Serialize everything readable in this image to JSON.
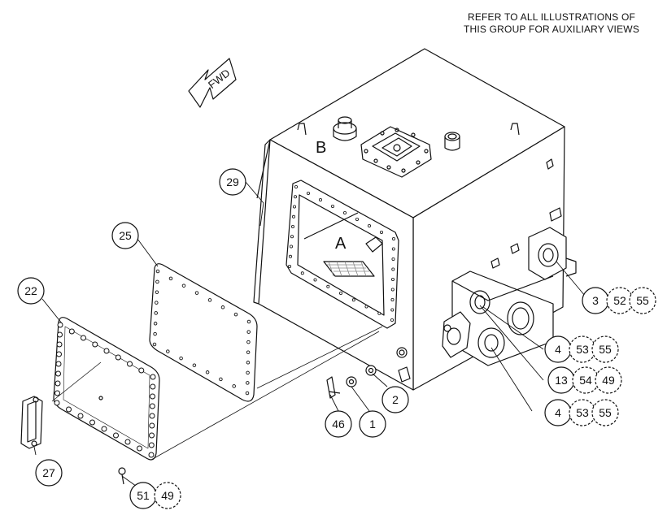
{
  "note": {
    "line1": "REFER TO ALL ILLUSTRATIONS OF",
    "line2": "THIS GROUP FOR AUXILIARY VIEWS"
  },
  "direction_label": "FWD",
  "view_labels": {
    "a": "A",
    "b": "B"
  },
  "callouts": {
    "c29": "29",
    "c25": "25",
    "c22": "22",
    "c27": "27",
    "c51": "51",
    "c49a": "49",
    "c46": "46",
    "c1": "1",
    "c2": "2",
    "c3": "3",
    "c52": "52",
    "c55a": "55",
    "c4a": "4",
    "c53a": "53",
    "c55b": "55",
    "c13": "13",
    "c54": "54",
    "c49b": "49",
    "c4b": "4",
    "c53b": "53",
    "c55c": "55"
  },
  "colors": {
    "line": "#111111",
    "background": "#ffffff",
    "mesh": "#888888"
  }
}
